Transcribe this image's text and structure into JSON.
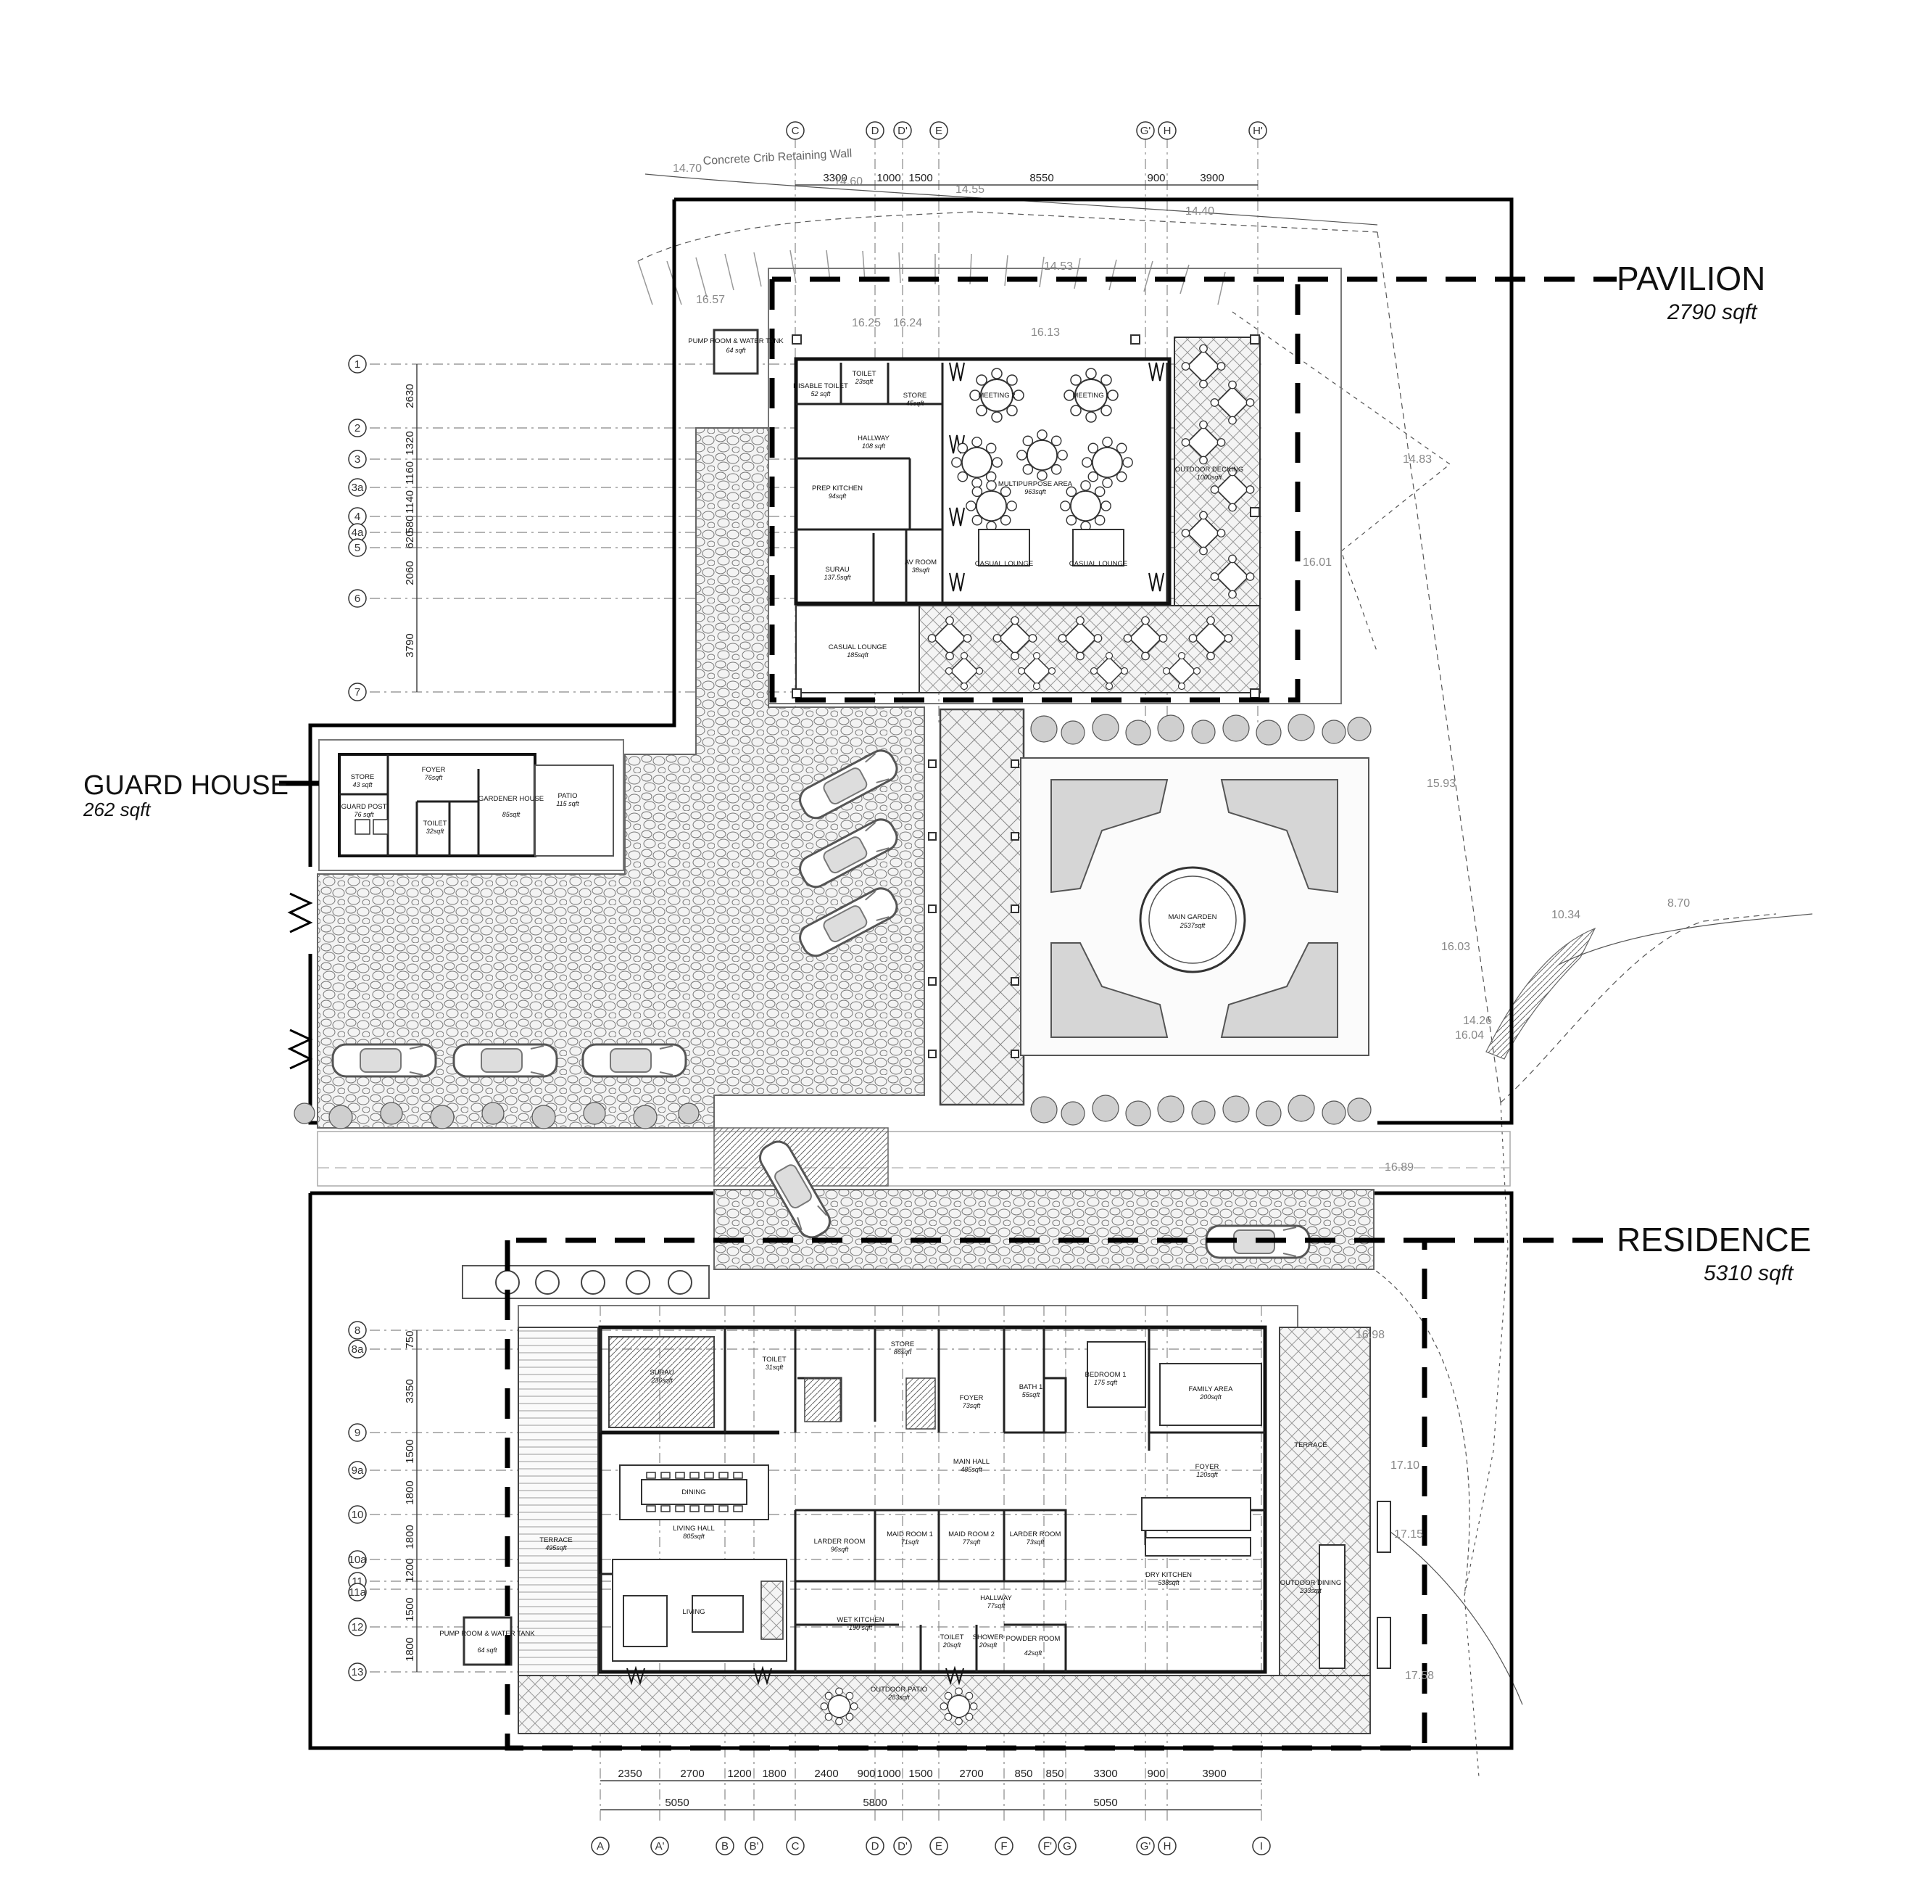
{
  "labels": {
    "pavilion": {
      "title": "PAVILION",
      "area": "2790 sqft"
    },
    "residence": {
      "title": "RESIDENCE",
      "area": "5310 sqft"
    },
    "guard_house": {
      "title": "GUARD HOUSE",
      "area": "262 sqft"
    },
    "retaining_wall": "Concrete Crib Retaining Wall"
  },
  "grid_top": [
    "C",
    "D",
    "D'",
    "E",
    "G'",
    "H",
    "H'"
  ],
  "grid_bottom": [
    "A",
    "A'",
    "B",
    "B'",
    "C",
    "D",
    "D'",
    "E",
    "F",
    "F'",
    "G",
    "G'",
    "H",
    "I"
  ],
  "grid_left_pavilion": [
    "1",
    "2",
    "3",
    "3a",
    "4",
    "4a",
    "5",
    "6",
    "7"
  ],
  "grid_left_residence": [
    "8",
    "8a",
    "9",
    "9a",
    "10",
    "10a",
    "11",
    "11a",
    "12",
    "13"
  ],
  "dims_top": [
    "3300",
    "1000",
    "1500",
    "8550",
    "900",
    "3900"
  ],
  "dims_bottom_1": [
    "2350",
    "2700",
    "1200",
    "1800",
    "2400",
    "900",
    "1000",
    "1500",
    "2700",
    "850",
    "850",
    "3300",
    "900",
    "3900"
  ],
  "dims_bottom_2": [
    "5050",
    "5800",
    "5050"
  ],
  "dims_left_pavilion": [
    "2630",
    "1320",
    "1160",
    "1140",
    "580",
    "620",
    "2060",
    "3790"
  ],
  "dims_left_residence": [
    "750",
    "3350",
    "1500",
    "1800",
    "1800",
    "1200",
    "1500",
    "1800"
  ],
  "levels": [
    "14.70",
    "14.60",
    "14.55",
    "14.40",
    "14.53",
    "16.57",
    "16.25",
    "16.24",
    "16.13",
    "14.83",
    "16.01",
    "15.93",
    "16.03",
    "10.34",
    "8.70",
    "14.26",
    "16.04",
    "16.89",
    "16.98",
    "17.10",
    "17.15",
    "17.58"
  ],
  "pavilion_rooms": [
    {
      "name": "DISABLE TOILET",
      "area": "52 sqft"
    },
    {
      "name": "TOILET",
      "area": "23sqft"
    },
    {
      "name": "STORE",
      "area": "45sqft"
    },
    {
      "name": "MEETING 2",
      "area": ""
    },
    {
      "name": "MEETING 1",
      "area": ""
    },
    {
      "name": "HALLWAY",
      "area": "108 sqft"
    },
    {
      "name": "PREP KITCHEN",
      "area": "94sqft"
    },
    {
      "name": "MULTIPURPOSE AREA",
      "area": "963sqft"
    },
    {
      "name": "OUTDOOR DECKING",
      "area": "1000sqft"
    },
    {
      "name": "SURAU",
      "area": "137.5sqft"
    },
    {
      "name": "AV ROOM",
      "area": "38sqft"
    },
    {
      "name": "CASUAL LOUNGE",
      "area": ""
    },
    {
      "name": "CASUAL LOUNGE",
      "area": ""
    },
    {
      "name": "CASUAL LOUNGE",
      "area": "185sqft"
    },
    {
      "name": "PUMP ROOM & WATER TANK",
      "area": "64 sqft"
    }
  ],
  "guard_rooms": [
    {
      "name": "STORE",
      "area": "43 sqft"
    },
    {
      "name": "FOYER",
      "area": "76sqft"
    },
    {
      "name": "GUARD POST",
      "area": "76 sqft"
    },
    {
      "name": "TOILET",
      "area": "32sqft"
    },
    {
      "name": "GARDENER HOUSE",
      "area": "85sqft"
    },
    {
      "name": "PATIO",
      "area": "115 sqft"
    }
  ],
  "garden": {
    "name": "MAIN GARDEN",
    "area": "2537sqft"
  },
  "residence_rooms": [
    {
      "name": "SURAU",
      "area": "236sqft"
    },
    {
      "name": "TOILET",
      "area": "31sqft"
    },
    {
      "name": "STORE",
      "area": "86sqft"
    },
    {
      "name": "FOYER",
      "area": "73sqft"
    },
    {
      "name": "BATH 1",
      "area": "55sqft"
    },
    {
      "name": "BEDROOM 1",
      "area": "175 sqft"
    },
    {
      "name": "FAMILY AREA",
      "area": "200sqft"
    },
    {
      "name": "MAIN HALL",
      "area": "485sqft"
    },
    {
      "name": "FOYER",
      "area": "120sqft"
    },
    {
      "name": "DINING",
      "area": ""
    },
    {
      "name": "LIVING HALL",
      "area": "805sqft"
    },
    {
      "name": "LIVING",
      "area": ""
    },
    {
      "name": "TERRACE",
      "area": "495sqft"
    },
    {
      "name": "LARDER ROOM",
      "area": "96sqft"
    },
    {
      "name": "MAID ROOM 1",
      "area": "71sqft"
    },
    {
      "name": "MAID ROOM 2",
      "area": "77sqft"
    },
    {
      "name": "LARDER ROOM",
      "area": "73sqft"
    },
    {
      "name": "DRY KITCHEN",
      "area": "538sqft"
    },
    {
      "name": "TERRACE",
      "area": ""
    },
    {
      "name": "OUTDOOR DINING",
      "area": "233sqft"
    },
    {
      "name": "HALLWAY",
      "area": "77sqft"
    },
    {
      "name": "WET KITCHEN",
      "area": "190 sqft"
    },
    {
      "name": "TOILET",
      "area": "20sqft"
    },
    {
      "name": "SHOWER",
      "area": "20sqft"
    },
    {
      "name": "POWDER ROOM",
      "area": "42sqft"
    },
    {
      "name": "OUTDOOR PATIO",
      "area": "283sqft"
    },
    {
      "name": "PUMP ROOM & WATER TANK",
      "area": "64 sqft"
    }
  ]
}
